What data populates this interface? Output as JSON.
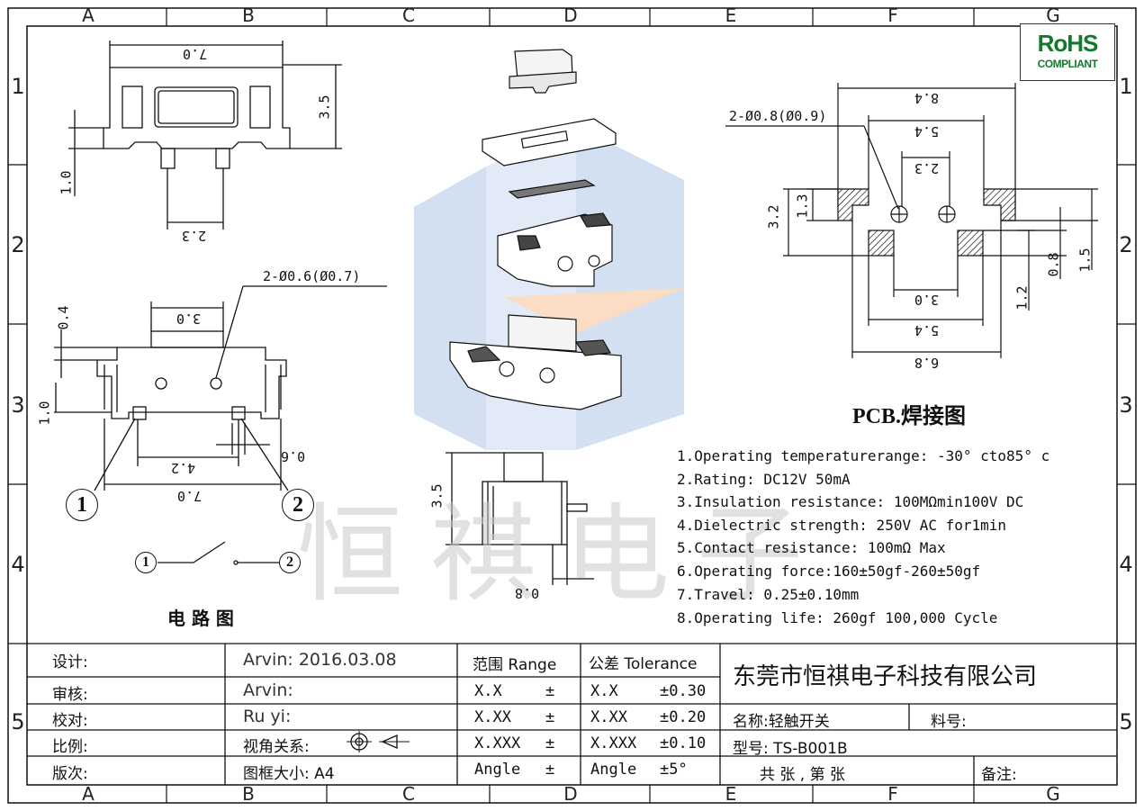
{
  "grid": {
    "cols": [
      "A",
      "B",
      "C",
      "D",
      "E",
      "F",
      "G"
    ],
    "rows": [
      "1",
      "2",
      "3",
      "4",
      "5"
    ]
  },
  "rohs": {
    "line1": "RoHS",
    "line2": "COMPLIANT"
  },
  "watermark": "恒祺电子",
  "dims": {
    "top_width": "7.0",
    "top_height": "3.5",
    "top_foot": "1.0",
    "top_pin_gap": "2.3",
    "mid_hole": "2-Ø0.6(Ø0.7)",
    "mid_top": "3.0",
    "mid_04": "0.4",
    "mid_10": "1.0",
    "mid_42": "4.2",
    "mid_06": "0.6",
    "mid_70": "7.0",
    "side_35": "3.5",
    "side_08": "0.8",
    "pcb_hole": "2-Ø0.8(Ø0.9)",
    "pcb_84": "8.4",
    "pcb_54a": "5.4",
    "pcb_23": "2.3",
    "pcb_32": "3.2",
    "pcb_13": "1.3",
    "pcb_15": "1.5",
    "pcb_08": "0.8",
    "pcb_12": "1.2",
    "pcb_30": "3.0",
    "pcb_54b": "5.4",
    "pcb_89": "6.8"
  },
  "pins": {
    "p1": "1",
    "p2": "2"
  },
  "circuit_title": "电 路 图",
  "pcb_title": "PCB.焊接图",
  "specs": [
    "1.Operating temperaturerange: -30° cto85° c",
    "2.Rating: DC12V 50mA",
    "3.Insulation resistance: 100MΩmin100V DC",
    "4.Dielectric strength: 250V AC for1min",
    "5.Contact resistance: 100mΩ Max",
    "6.Operating force:160±50gf-260±50gf",
    "7.Travel: 0.25±0.10mm",
    "8.Operating life: 260gf 100,000 Cycle"
  ],
  "title_block": {
    "design_label": "设计:",
    "check_label": "审核:",
    "proof_label": "校对:",
    "scale_label": "比例:",
    "version_label": "版次:",
    "design_value": "Arvin:  2016.03.08",
    "check_value": "Arvin:",
    "proof_value": "Ru  yi:",
    "view_label": "视角关系:",
    "frame_label": "图框大小:  A4",
    "range_header": "范围 Range",
    "tol_header": "公差 Tolerance",
    "r1": "X.X",
    "r1pm": "±",
    "r2": "X.XX",
    "r2pm": "±",
    "r3": "X.XXX",
    "r3pm": "±",
    "r4": "Angle",
    "r4pm": "±",
    "t1": "X.X",
    "t1v": "±0.30",
    "t2": "X.XX",
    "t2v": "±0.20",
    "t3": "X.XXX",
    "t3v": "±0.10",
    "t4": "Angle",
    "t4v": "±5°",
    "company": "东莞市恒祺电子科技有限公司",
    "name": "名称:轻触开关",
    "material": "料号:",
    "model": "型号: TS-B001B",
    "sheet": "共   张 , 第   张",
    "remark": "备注:"
  }
}
